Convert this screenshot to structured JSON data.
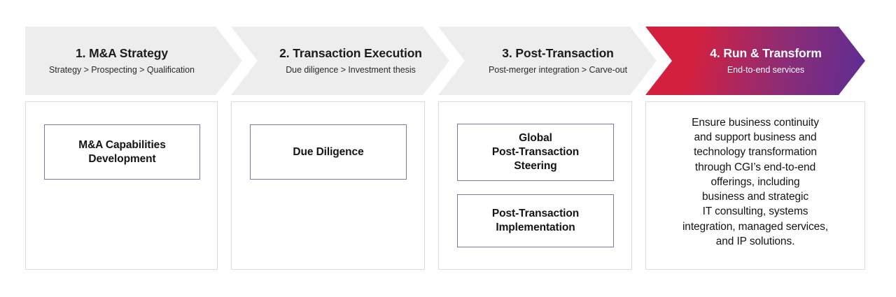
{
  "palette": {
    "chevron_inactive_bg": "#ededed",
    "chevron_active_gradient_start": "#d41f3f",
    "chevron_active_gradient_end": "#5c2d95",
    "card_border": "#d9d9d9",
    "inner_box_border": "#7d79a6",
    "text_dark": "#141414",
    "text_light": "#ffffff",
    "page_bg": "#ffffff"
  },
  "stages": [
    {
      "id": "stage-1",
      "title": "1. M&A Strategy",
      "subtitle": "Strategy > Prospecting > Qualification",
      "active": false,
      "boxes": [
        {
          "label": "M&A Capabilities\nDevelopment"
        }
      ],
      "description": null
    },
    {
      "id": "stage-2",
      "title": "2. Transaction Execution",
      "subtitle": "Due diligence > Investment thesis",
      "active": false,
      "boxes": [
        {
          "label": "Due Diligence"
        }
      ],
      "description": null
    },
    {
      "id": "stage-3",
      "title": "3. Post-Transaction",
      "subtitle": "Post-merger integration > Carve-out",
      "active": false,
      "boxes": [
        {
          "label": "Global\nPost-Transaction\nSteering"
        },
        {
          "label": "Post-Transaction\nImplementation"
        }
      ],
      "description": null
    },
    {
      "id": "stage-4",
      "title": "4. Run & Transform",
      "subtitle": "End-to-end services",
      "active": true,
      "boxes": [],
      "description": "Ensure business continuity\nand support business and\ntechnology transformation\nthrough CGI’s end-to-end\nofferings, including\nbusiness and strategic\nIT consulting, systems\nintegration, managed services,\nand IP solutions."
    }
  ]
}
